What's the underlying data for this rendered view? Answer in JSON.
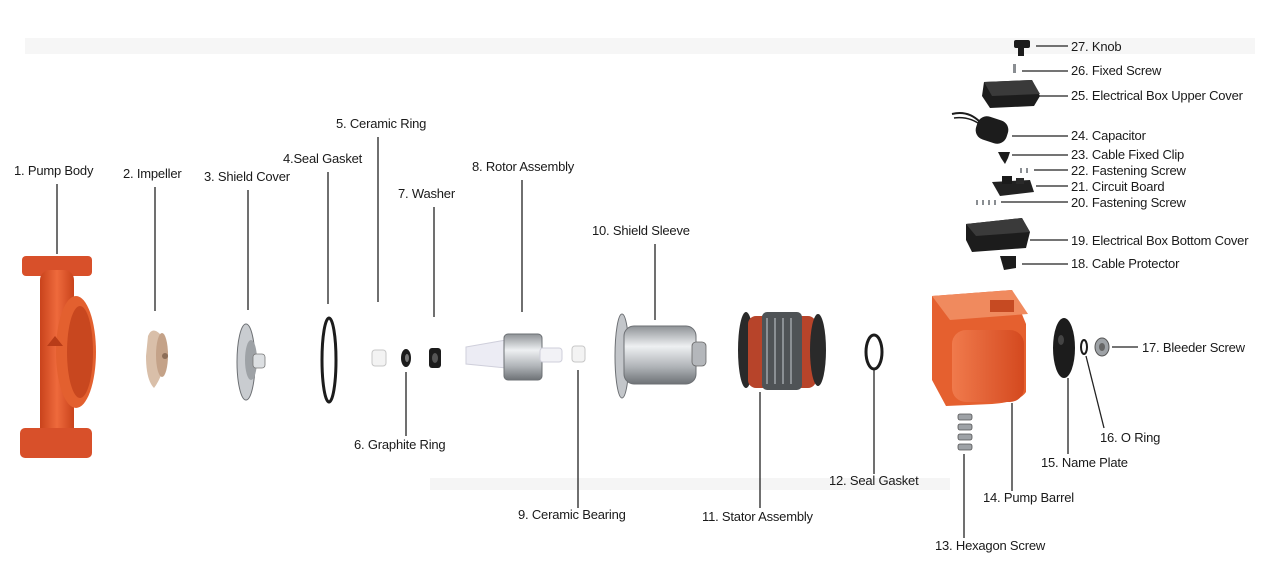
{
  "diagram": {
    "labels": {
      "p1": "1. Pump Body",
      "p2": "2. Impeller",
      "p3": "3. Shield Cover",
      "p4": "4.Seal Gasket",
      "p5": "5. Ceramic Ring",
      "p6": "6. Graphite Ring",
      "p7": "7. Washer",
      "p8": "8. Rotor Assembly",
      "p9": "9. Ceramic Bearing",
      "p10": "10. Shield Sleeve",
      "p11": "11. Stator Assembly",
      "p12": "12. Seal Gasket",
      "p13": "13. Hexagon Screw",
      "p14": "14. Pump Barrel",
      "p15": "15. Name Plate",
      "p16": "16. O Ring",
      "p17": "17. Bleeder Screw",
      "p18": "18. Cable Protector",
      "p19": "19. Electrical Box Bottom Cover",
      "p20": "20. Fastening Screw",
      "p21": "21. Circuit Board",
      "p22": "22. Fastening Screw",
      "p23": "23. Cable Fixed Clip",
      "p24": "24. Capacitor",
      "p25": "25. Electrical Box Upper Cover",
      "p26": "26. Fixed Screw",
      "p27": "27. Knob"
    },
    "colors": {
      "pump_orange": "#e0552a",
      "pump_orange_dark": "#b83c18",
      "steel": "#b9bcc0",
      "black_part": "#1c1c1c",
      "leader_line": "#222222"
    }
  }
}
